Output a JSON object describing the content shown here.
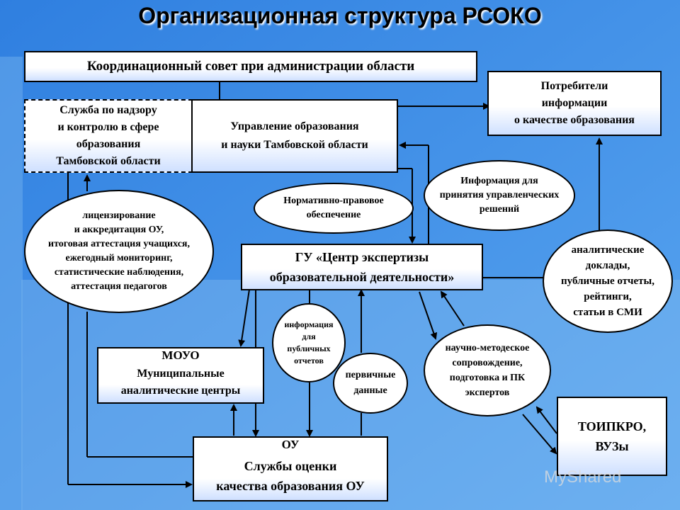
{
  "title": "Организационная структура РСОКО",
  "nodes": {
    "council": "Координационный совет при администрации области",
    "consumers": "Потребители\nинформации\nо качестве образования",
    "supervision": "Служба по надзору\nи контролю в сфере\nобразования\nТамбовской области",
    "management": "Управление образования\nи науки Тамбовской области",
    "center": "ГУ «Центр экспертизы\nобразовательной деятельности»",
    "moyo_header": "МОУО",
    "moyo_body": "Муниципальные\nаналитические центры",
    "ou_header": "ОУ",
    "ou_body": "Службы оценки\nкачества образования ОУ",
    "toipkro": "ТОИПКРО,\nВУЗы"
  },
  "ellipses": {
    "licensing": "лицензирование\nи аккредитация ОУ,\nитоговая аттестация учащихся,\nежегодный мониторинг,\nстатистические наблюдения,\nаттестация педагогов",
    "normative": "Нормативно-правовое\nобеспечение",
    "decision_info": "Информация для\nпринятия управленческих\nрешений",
    "analytics": "аналитические\nдоклады,\nпубличные отчеты,\nрейтинги,\nстатьи в СМИ",
    "public_info": "информация\nдля\nпубличных\nотчетов",
    "primary_data": "первичные\nданные",
    "methodical": "научно-методеское\nсопровождение,\nподготовка и ПК\nэкспертов"
  },
  "watermark": "MyShared"
}
